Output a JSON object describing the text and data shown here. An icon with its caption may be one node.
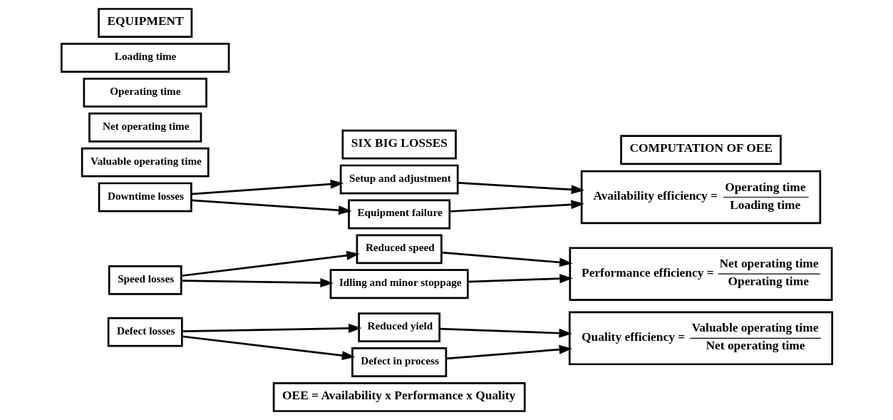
{
  "diagram": {
    "nodes": [
      {
        "text": [
          "EQUIPMENT"
        ]
      },
      {
        "text": [
          "SIX BIG LOSSES"
        ]
      },
      {
        "text": [
          "COMPUTATION OF OEE"
        ]
      },
      {
        "text": [
          "Loading time"
        ]
      },
      {
        "text": [
          "Operating time"
        ]
      },
      {
        "text": [
          "Downtime losses"
        ]
      },
      {
        "text": [
          "Net operating time"
        ]
      },
      {
        "text": [
          "Speed losses"
        ]
      },
      {
        "text": [
          "Valuable operating time"
        ]
      },
      {
        "text": [
          "Defect losses"
        ]
      },
      {
        "text": [
          "Equipment failure"
        ]
      },
      {
        "text": [
          "Setup and adjustment"
        ]
      },
      {
        "text": [
          "Idling and minor stoppage"
        ]
      },
      {
        "text": [
          "Reduced speed"
        ]
      },
      {
        "text": [
          "Defect in process"
        ]
      },
      {
        "text": [
          "Reduced yield"
        ]
      },
      {
        "text": [
          "Availability efficiency =",
          "Operating time",
          "Loading time"
        ]
      },
      {
        "text": [
          "Performance efficiency =",
          "Net operating time",
          "Operating time"
        ]
      },
      {
        "text": [
          "Quality efficiency =",
          "Valuable operating time",
          "Net operating time"
        ]
      },
      {
        "text": [
          "OEE = Availability x Performance x Quality"
        ]
      }
    ],
    "edges": [
      {
        "from": 5,
        "to": 10,
        "arrow": "to"
      },
      {
        "from": 5,
        "to": 11,
        "arrow": "to"
      },
      {
        "from": 7,
        "to": 12,
        "arrow": "to"
      },
      {
        "from": 7,
        "to": 13,
        "arrow": "to"
      },
      {
        "from": 9,
        "to": 14,
        "arrow": "to"
      },
      {
        "from": 9,
        "to": 15,
        "arrow": "to"
      },
      {
        "from": 10,
        "to": 16,
        "arrow": "to"
      },
      {
        "from": 11,
        "to": 16,
        "arrow": "to"
      },
      {
        "from": 12,
        "to": 17,
        "arrow": "to"
      },
      {
        "from": 13,
        "to": 17,
        "arrow": "to"
      },
      {
        "from": 14,
        "to": 18,
        "arrow": "to"
      },
      {
        "from": 15,
        "to": 18,
        "arrow": "to"
      }
    ]
  }
}
